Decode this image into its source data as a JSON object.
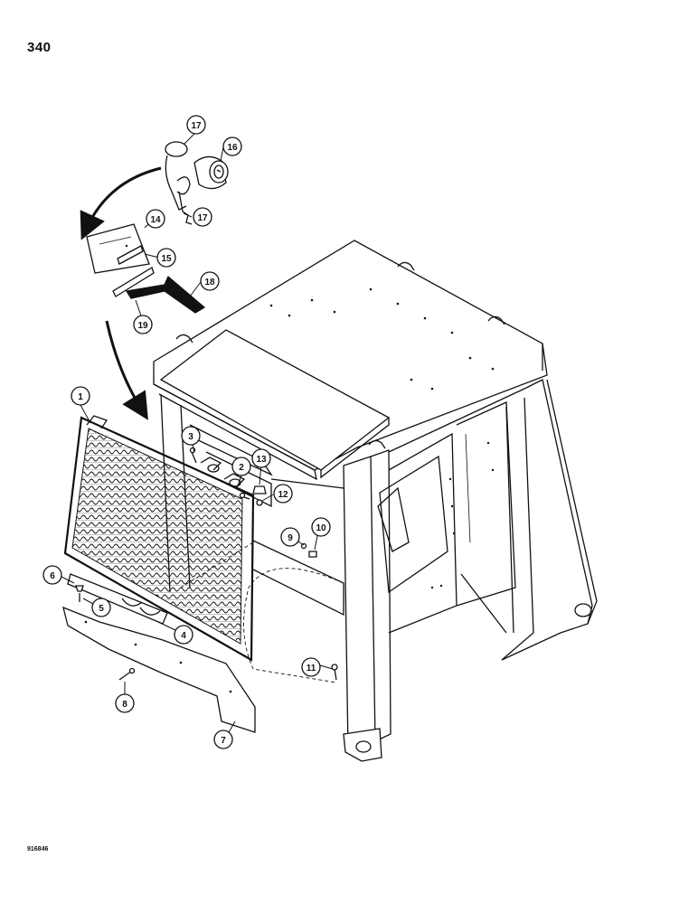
{
  "page": {
    "number": "340",
    "figure_code": "916846"
  },
  "callouts": [
    {
      "id": "1",
      "label": "1",
      "part": "guard-screen"
    },
    {
      "id": "2",
      "label": "2",
      "part": "bolt"
    },
    {
      "id": "3",
      "label": "3",
      "part": "bolt"
    },
    {
      "id": "4",
      "label": "4",
      "part": "bracket"
    },
    {
      "id": "5",
      "label": "5",
      "part": "bolt"
    },
    {
      "id": "6",
      "label": "6",
      "part": "washer"
    },
    {
      "id": "7",
      "label": "7",
      "part": "lower-plate"
    },
    {
      "id": "8",
      "label": "8",
      "part": "bolt"
    },
    {
      "id": "9",
      "label": "9",
      "part": "washer"
    },
    {
      "id": "10",
      "label": "10",
      "part": "nut"
    },
    {
      "id": "11",
      "label": "11",
      "part": "bolt"
    },
    {
      "id": "12",
      "label": "12",
      "part": "washer"
    },
    {
      "id": "13",
      "label": "13",
      "part": "nut"
    },
    {
      "id": "14",
      "label": "14",
      "part": "plate"
    },
    {
      "id": "15",
      "label": "15",
      "part": "strip"
    },
    {
      "id": "16",
      "label": "16",
      "part": "lock"
    },
    {
      "id": "17",
      "label": "17",
      "part": "key"
    },
    {
      "id": "17b",
      "label": "17",
      "part": "key"
    },
    {
      "id": "18",
      "label": "18",
      "part": "seal"
    },
    {
      "id": "19",
      "label": "19",
      "part": "seal"
    }
  ]
}
